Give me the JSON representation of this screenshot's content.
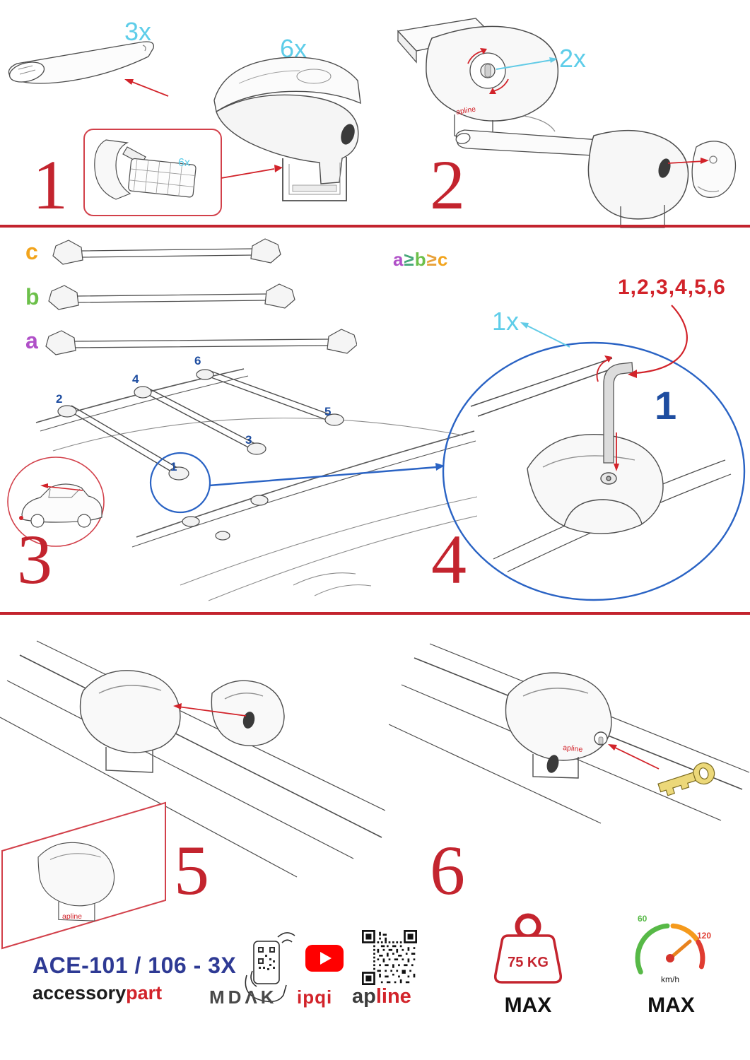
{
  "colors": {
    "accent_red": "#c3242e",
    "arrow_red": "#d2232a",
    "cyan": "#5ecde9",
    "blue": "#1e4da0",
    "circle_blue": "#2a63c4",
    "purple": "#b050c8",
    "green": "#6cc04a",
    "orange": "#f2a41c",
    "navy": "#2e3a94",
    "youtube_red": "#ff0000"
  },
  "step1": {
    "number": "1",
    "bar_qty": "3x",
    "clamp_qty": "6x",
    "inset_qty": "6x"
  },
  "step2": {
    "number": "2",
    "knob_qty": "2x"
  },
  "step3": {
    "number": "3",
    "label_a": "a",
    "label_b": "b",
    "label_c": "c",
    "formula": {
      "a": "a",
      "ge1": "≥",
      "b": "b",
      "ge2": "≥",
      "c": "c"
    },
    "positions": {
      "p1": "1",
      "p2": "2",
      "p3": "3",
      "p4": "4",
      "p5": "5",
      "p6": "6"
    }
  },
  "step4": {
    "number": "4",
    "sequence": "1,2,3,4,5,6",
    "tool_qty": "1x",
    "first_step": "1"
  },
  "step5": {
    "number": "5"
  },
  "step6": {
    "number": "6"
  },
  "branding": {
    "product_code": "ACE-101 / 106 - 3X",
    "accessory": "accessory",
    "part": "part",
    "mdak": "MDΛK",
    "ipqi": "ipqi",
    "apline_ap": "ap",
    "apline_line": "line",
    "apline_small": "apline"
  },
  "limits": {
    "weight": "75 KG",
    "weight_max": "MAX",
    "speed_low": "60",
    "speed_high": "120",
    "speed_unit": "km/h",
    "speed_max": "MAX"
  }
}
